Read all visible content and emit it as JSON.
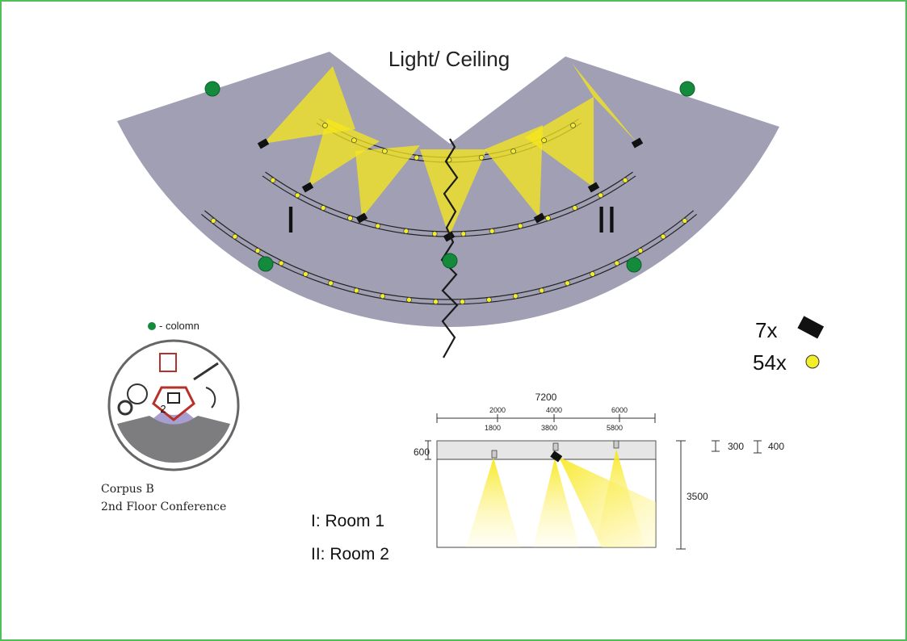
{
  "title": "Light/ Ceiling",
  "zones": {
    "one": "I",
    "two": "II"
  },
  "legend_count": {
    "projector": "7x",
    "spot": "54x"
  },
  "column_legend": "- colomn",
  "plan_caption": {
    "line1": "Corpus B",
    "line2": "2nd Floor Conference",
    "badge": "2"
  },
  "rooms": {
    "one": "I:  Room 1",
    "two": "II: Room 2"
  },
  "section": {
    "overall": "7200",
    "top_ticks": [
      "2000",
      "4000",
      "6000"
    ],
    "bottom_ticks": [
      "1800",
      "3800",
      "5800"
    ],
    "left_dim": "600",
    "right_dims": [
      "300",
      "400"
    ],
    "height_dim": "3500"
  },
  "colors": {
    "frame": "#4fbf5a",
    "ceiling": "#a09fb3",
    "column": "#138a3c",
    "spot": "#f3ee2a",
    "beam": "#f7e81a",
    "projector": "#111111"
  }
}
